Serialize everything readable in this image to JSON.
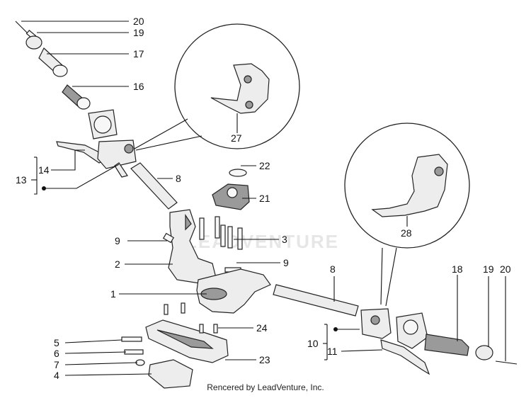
{
  "watermark_text": "LEADVENTURE",
  "credit_text": "Rencered by LeadVenture, Inc.",
  "callouts": {
    "c20_top": "20",
    "c19_top": "19",
    "c17": "17",
    "c16": "16",
    "c27": "27",
    "c13": "13",
    "c14": "14",
    "c8_left": "8",
    "c22": "22",
    "c21": "21",
    "c28": "28",
    "c3": "3",
    "c9_left": "9",
    "c9_right": "9",
    "c2": "2",
    "c1": "1",
    "c8_right": "8",
    "c18": "18",
    "c19_right": "19",
    "c20_right": "20",
    "c24": "24",
    "c10": "10",
    "c11": "11",
    "c23": "23",
    "c5": "5",
    "c6": "6",
    "c7": "7",
    "c4": "4"
  }
}
